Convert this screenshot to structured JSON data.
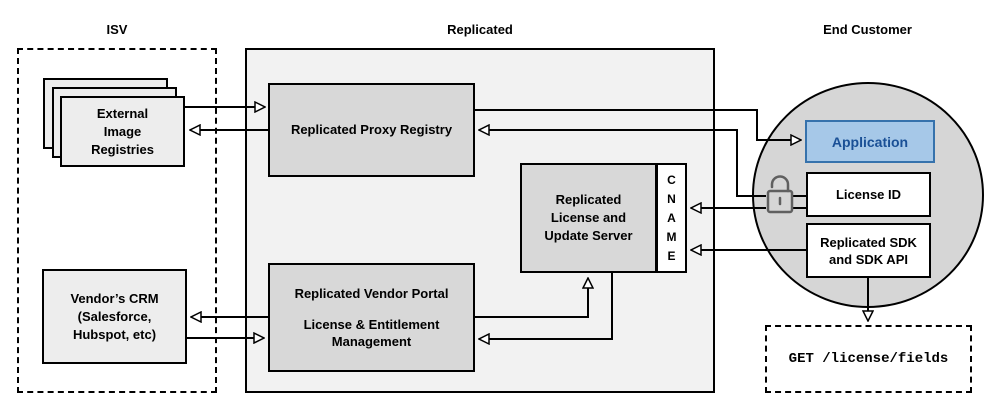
{
  "titles": {
    "isv": "ISV",
    "replicated": "Replicated",
    "end_customer": "End Customer"
  },
  "nodes": {
    "external_registries": {
      "lines": [
        "External",
        "Image",
        "Registries"
      ]
    },
    "vendors_crm": {
      "lines": [
        "Vendor’s CRM",
        "(Salesforce,",
        "Hubspot, etc)"
      ]
    },
    "proxy_registry": {
      "label": "Replicated Proxy Registry"
    },
    "vendor_portal": {
      "title": "Replicated Vendor Portal",
      "subtitle_lines": [
        "License & Entitlement",
        "Management"
      ]
    },
    "license_update_server": {
      "lines": [
        "Replicated",
        "License and",
        "Update Server"
      ]
    },
    "cname": {
      "letters": [
        "C",
        "N",
        "A",
        "M",
        "E"
      ]
    },
    "application": {
      "label": "Application"
    },
    "license_id": {
      "label": "License ID"
    },
    "replicated_sdk": {
      "lines": [
        "Replicated SDK",
        "and SDK API"
      ]
    },
    "get_license_fields": {
      "label": "GET /license/fields"
    }
  },
  "icons": {
    "unlock": "open-padlock-icon"
  },
  "colors": {
    "line": "#000000",
    "container_fill": "#f2f2f2",
    "node_gray_fill": "#d8d8d8",
    "node_light_fill": "#ededed",
    "circle_fill": "#d6d6d6",
    "application_fill": "#a6c8e8",
    "application_border": "#3672ac",
    "application_text": "#1a5096",
    "lock_icon": "#606060"
  }
}
